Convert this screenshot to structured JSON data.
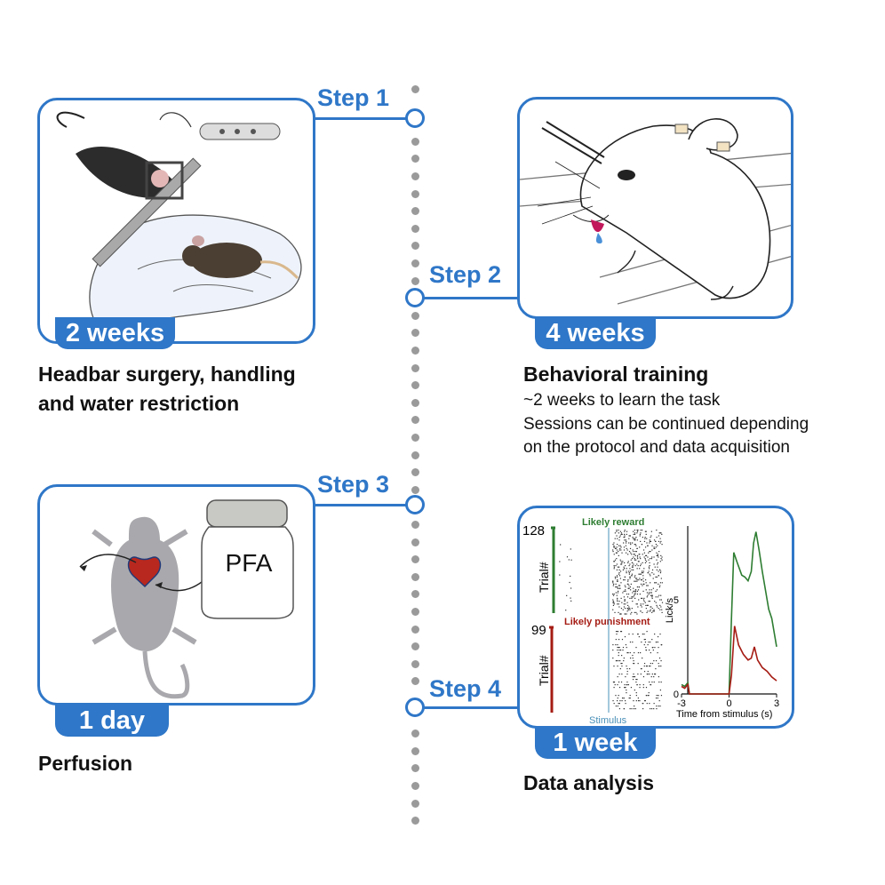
{
  "colors": {
    "accent": "#2f77c8",
    "reward": "#2e7d32",
    "punishment": "#a51c14",
    "stimulus": "#4a90b8"
  },
  "steps": [
    {
      "label": "Step 1",
      "duration": "2 weeks",
      "title_lines": [
        "Headbar surgery, handling",
        "and water restriction"
      ],
      "desc_lines": []
    },
    {
      "label": "Step 2",
      "duration": "4 weeks",
      "title_lines": [
        "Behavioral training"
      ],
      "desc_lines": [
        "~2 weeks to learn the task",
        "Sessions can be continued depending",
        "on the protocol and data acquisition"
      ]
    },
    {
      "label": "Step 3",
      "duration": "1 day",
      "title_lines": [
        "Perfusion"
      ],
      "desc_lines": [],
      "jar_label": "PFA"
    },
    {
      "label": "Step 4",
      "duration": "1 week",
      "title_lines": [
        "Data analysis"
      ],
      "desc_lines": []
    }
  ],
  "chart_data": {
    "type": "line",
    "raster": {
      "reward_label": "Likely reward",
      "punishment_label": "Likely punishment",
      "reward_trials": "128",
      "punishment_trials": "99",
      "ylabel": "Trial#",
      "stimulus_label": "Stimulus"
    },
    "xlabel": "Time from stimulus (s)",
    "ylabel": "Lick/s",
    "xticks": [
      "-3",
      "0",
      "3"
    ],
    "yticks": [
      "0",
      "5"
    ],
    "xlim": [
      -3,
      3
    ],
    "ylim": [
      0,
      9
    ],
    "series": [
      {
        "name": "Likely reward",
        "color": "#2e7d32",
        "x": [
          -3,
          -2.8,
          -2.6,
          -2.5,
          -2.3,
          0,
          0.15,
          0.3,
          0.5,
          0.8,
          1.0,
          1.2,
          1.4,
          1.55,
          1.7,
          1.9,
          2.1,
          2.3,
          2.5,
          2.7,
          3
        ],
        "y": [
          0.5,
          0.4,
          0.6,
          0,
          0,
          0,
          4,
          7.5,
          7,
          6.3,
          6.2,
          6,
          6.5,
          8,
          8.6,
          7.6,
          6.5,
          5.5,
          4.5,
          4,
          2.5
        ]
      },
      {
        "name": "Likely punishment",
        "color": "#a51c14",
        "x": [
          -3,
          -2.8,
          -2.6,
          -2.5,
          -2.3,
          0,
          0.15,
          0.35,
          0.6,
          0.9,
          1.2,
          1.4,
          1.6,
          1.8,
          2.1,
          2.4,
          2.7,
          3
        ],
        "y": [
          0.4,
          0.3,
          0.5,
          0,
          0,
          0,
          1,
          3.6,
          2.6,
          2.1,
          1.8,
          1.9,
          2.5,
          1.8,
          1.4,
          1.2,
          0.9,
          0.7
        ]
      }
    ]
  }
}
